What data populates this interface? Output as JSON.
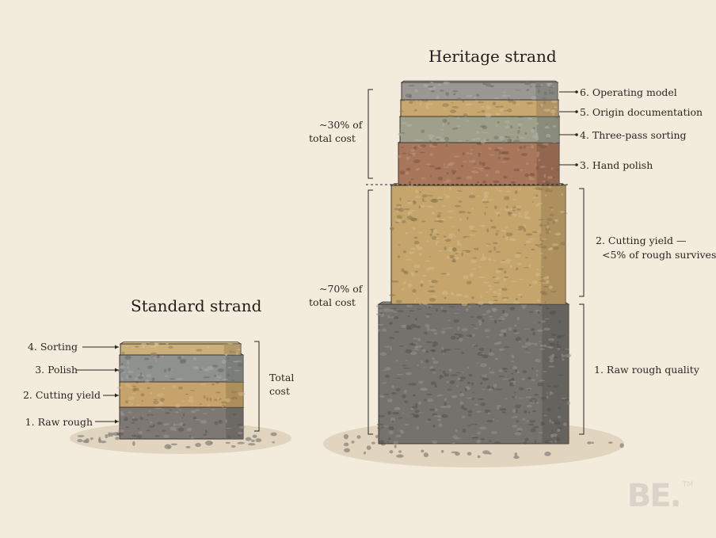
{
  "standard": {
    "title": "Standard strand",
    "layers": [
      {
        "label": "4. Sorting",
        "color": "#cbb07a"
      },
      {
        "label": "3. Polish",
        "color": "#8e918d"
      },
      {
        "label": "2. Cutting yield",
        "color": "#c6a36a"
      },
      {
        "label": "1. Raw rough",
        "color": "#7d7874"
      }
    ],
    "bracket_label": [
      "Total",
      "cost"
    ]
  },
  "heritage": {
    "title": "Heritage strand",
    "layers": [
      {
        "label": "6. Operating model",
        "color": "#9a9892"
      },
      {
        "label": "5. Origin documentation",
        "color": "#c9a870"
      },
      {
        "label": "4. Three-pass sorting",
        "color": "#9ea08c"
      },
      {
        "label": "3. Hand polish",
        "color": "#a8765a"
      },
      {
        "label": "2. Cutting yield —",
        "label2": "<5% of rough survives",
        "color": "#c5a56c"
      },
      {
        "label": "1. Raw rough quality",
        "color": "#75716c"
      }
    ],
    "top_bracket_label": [
      "~30% of",
      "total cost"
    ],
    "bottom_bracket_label": [
      "~70% of",
      "total cost"
    ]
  },
  "watermark": "BE.",
  "watermark_tm": "TM",
  "colors": {
    "background": "#f3ecdd",
    "ink": "#2a2622"
  }
}
